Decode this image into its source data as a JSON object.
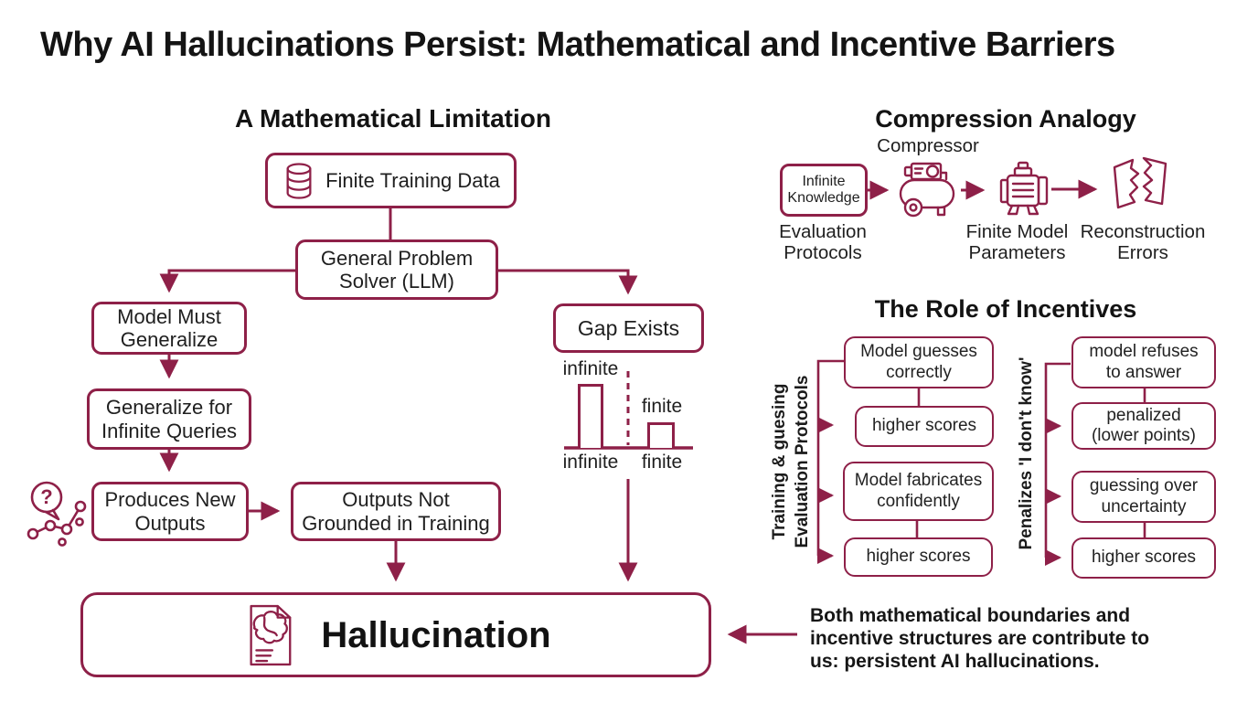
{
  "colors": {
    "accent_maroon": "#8e2048",
    "text": "#141414",
    "background": "#ffffff"
  },
  "title": "Why AI Hallucinations Persist: Mathematical and Incentive Barriers",
  "math_section": {
    "heading": "A Mathematical Limitation",
    "finite_training_data": "Finite Training Data",
    "general_problem_solver": "General Problem Solver (LLM)",
    "model_must_generalize": "Model Must Generalize",
    "generalize_infinite_queries": "Generalize for Infinite Queries",
    "produces_new_outputs": "Produces New Outputs",
    "outputs_not_grounded": "Outputs Not Grounded in Training",
    "gap_exists": "Gap Exists"
  },
  "chart_data": {
    "type": "bar",
    "title": "Gap Exists (infinite vs finite)",
    "categories": [
      "infinite",
      "finite"
    ],
    "values": [
      70,
      28
    ],
    "unit": "relative height (conceptual, px)",
    "top_labels": [
      "infinite",
      "finite"
    ],
    "bottom_labels": [
      "infinite",
      "finite"
    ],
    "divider": "dashed vertical line between bars",
    "xlabel": "",
    "ylabel": "",
    "grid": false,
    "legend": false
  },
  "compression_section": {
    "heading": "Compression Analogy",
    "compressor_label": "Compressor",
    "infinite_knowledge": "Infinite Knowledge",
    "evaluation_protocols": "Evaluation Protocols",
    "finite_model_parameters": "Finite Model Parameters",
    "reconstruction_errors": "Reconstruction Errors"
  },
  "incentives_section": {
    "heading": "The Role of Incentives",
    "left_vertical_label_line1": "Training & guesing",
    "left_vertical_label_line2": "Evaluation Protocols",
    "right_vertical_label": "Penalizes 'I don't know'",
    "left_boxes": [
      "Model guesses correctly",
      "higher scores",
      "Model fabricates confidently",
      "higher scores"
    ],
    "right_boxes": [
      "model refuses to answer",
      "penalized (lower points)",
      "guessing over uncertainty",
      "higher scores"
    ]
  },
  "hallucination_label": "Hallucination",
  "conclusion_lines": [
    "Both mathematical boundaries and",
    "incentive structures are contribute to",
    "us: persistent AI hallucinations."
  ],
  "icons": {
    "finite_training_data": "database-icon",
    "produces_new_outputs": "question-bubble-network-icon",
    "compression_flow": [
      "compressor-machine-icon",
      "motor-icon",
      "torn-paper-icon"
    ],
    "hallucination": "document-brain-icon"
  }
}
